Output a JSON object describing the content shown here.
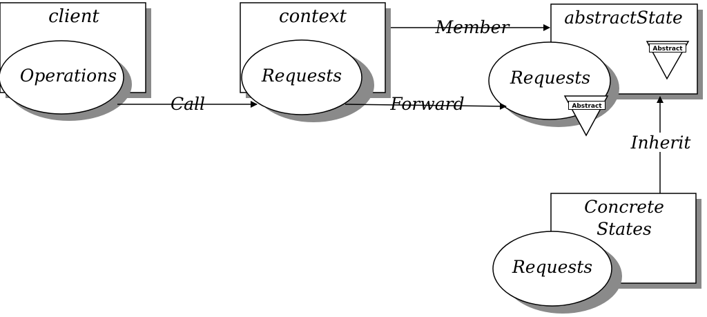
{
  "nodes": {
    "client": {
      "title": "client",
      "method": "Operations"
    },
    "context": {
      "title": "context",
      "method": "Requests"
    },
    "abstract_state": {
      "title": "abstractState",
      "method": "Requests",
      "badge": "Abstract",
      "method_badge": "Abstract"
    },
    "concrete_states": {
      "title_line1": "Concrete",
      "title_line2": "States",
      "method": "Requests"
    }
  },
  "edges": {
    "call": "Call",
    "forward": "Forward",
    "member": "Member",
    "inherit": "Inherit"
  }
}
